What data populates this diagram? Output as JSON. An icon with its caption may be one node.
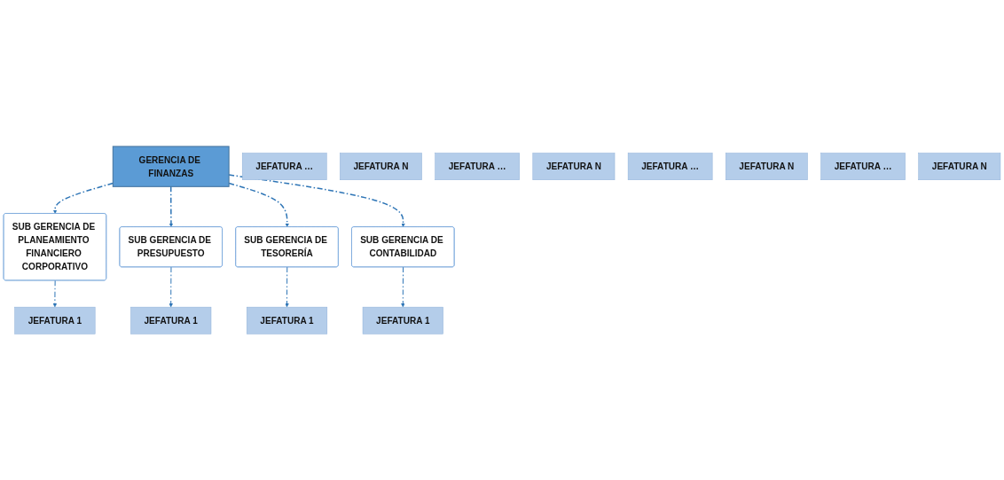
{
  "diagram": {
    "nodes": [
      {
        "text": [
          "GERENCIA DE FINANZAS"
        ]
      },
      {
        "text": [
          "SUB GERENCIA DE PLANEAMIENTO FINANCIERO CORPORATIVO"
        ]
      },
      {
        "text": [
          "SUB GERENCIA DE PRESUPUESTO"
        ]
      },
      {
        "text": [
          "SUB GERENCIA DE TESORERÍA"
        ]
      },
      {
        "text": [
          "SUB GERENCIA DE CONTABILIDAD"
        ]
      },
      {
        "text": [
          "JEFATURA 1"
        ]
      },
      {
        "text": [
          "JEFATURA …"
        ]
      },
      {
        "text": [
          "JEFATURA N"
        ]
      },
      {
        "text": [
          "JEFATURA 1"
        ]
      },
      {
        "text": [
          "JEFATURA …"
        ]
      },
      {
        "text": [
          "JEFATURA N"
        ]
      },
      {
        "text": [
          "JEFATURA 1"
        ]
      },
      {
        "text": [
          "JEFATURA …"
        ]
      },
      {
        "text": [
          "JEFATURA N"
        ]
      },
      {
        "text": [
          "JEFATURA 1"
        ]
      },
      {
        "text": [
          "JEFATURA …"
        ]
      },
      {
        "text": [
          "JEFATURA N"
        ]
      }
    ],
    "edges": [
      {
        "from": 0,
        "to": 1,
        "arrow": "to",
        "style": "dashed"
      },
      {
        "from": 0,
        "to": 2,
        "arrow": "to",
        "style": "dashed"
      },
      {
        "from": 0,
        "to": 3,
        "arrow": "to",
        "style": "dashed"
      },
      {
        "from": 0,
        "to": 4,
        "arrow": "to",
        "style": "dashed"
      },
      {
        "from": 1,
        "to": 5,
        "arrow": "to",
        "style": "dashed"
      },
      {
        "from": 2,
        "to": 8,
        "arrow": "to",
        "style": "dashed"
      },
      {
        "from": 3,
        "to": 11,
        "arrow": "to",
        "style": "dashed"
      },
      {
        "from": 4,
        "to": 14,
        "arrow": "to",
        "style": "dashed"
      }
    ]
  }
}
